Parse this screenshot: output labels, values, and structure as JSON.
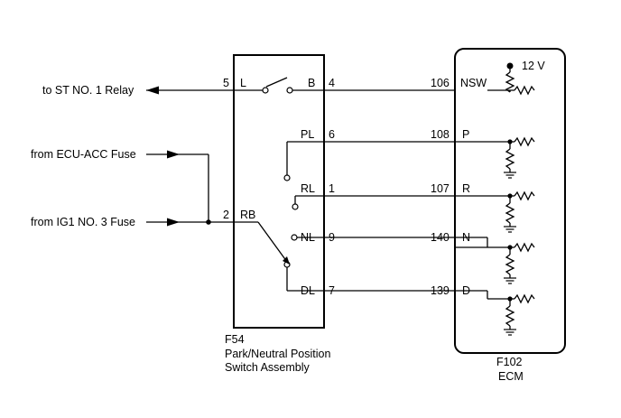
{
  "external": {
    "st_relay": "to ST NO. 1 Relay",
    "ecu_acc": "from ECU-ACC Fuse",
    "ig1": "from IG1 NO. 3 Fuse"
  },
  "switch": {
    "code": "F54",
    "name_line1": "Park/Neutral Position",
    "name_line2": "Switch Assembly",
    "pins": {
      "l_num": "5",
      "l_name": "L",
      "b_name": "B",
      "b_num": "4",
      "pl_name": "PL",
      "pl_num": "6",
      "rl_name": "RL",
      "rl_num": "1",
      "rb_num": "2",
      "rb_name": "RB",
      "nl_name": "NL",
      "nl_num": "9",
      "dl_name": "DL",
      "dl_num": "7"
    }
  },
  "ecm": {
    "code": "F102",
    "name": "ECM",
    "voltage": "12 V",
    "pins": {
      "nsw_num": "106",
      "nsw_name": "NSW",
      "p_num": "108",
      "p_name": "P",
      "r_num": "107",
      "r_name": "R",
      "n_num": "140",
      "n_name": "N",
      "d_num": "139",
      "d_name": "D"
    }
  }
}
